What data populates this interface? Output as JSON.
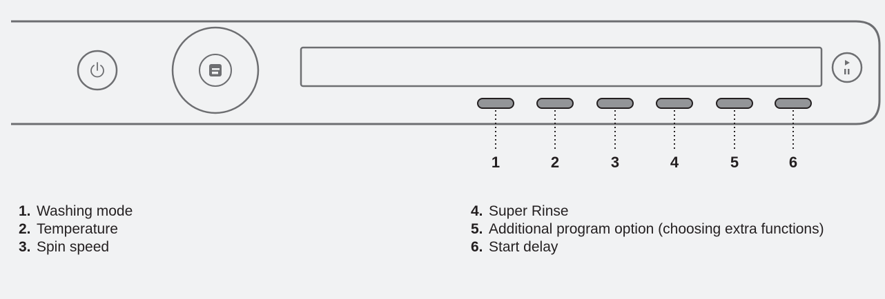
{
  "panel": {
    "power_button": {
      "icon": "power-icon"
    },
    "program_dial": {
      "icon": "brand-a-icon"
    },
    "display": {
      "text": ""
    },
    "start_pause_button": {
      "icon": "play-pause-icon"
    },
    "option_buttons": [
      {
        "number": "1"
      },
      {
        "number": "2"
      },
      {
        "number": "3"
      },
      {
        "number": "4"
      },
      {
        "number": "5"
      },
      {
        "number": "6"
      }
    ]
  },
  "legend": {
    "left": [
      {
        "number": "1.",
        "text": "Washing mode"
      },
      {
        "number": "2.",
        "text": "Temperature"
      },
      {
        "number": "3.",
        "text": "Spin speed"
      }
    ],
    "right": [
      {
        "number": "4.",
        "text": "Super Rinse"
      },
      {
        "number": "5.",
        "text": "Additional program option (choosing extra functions)"
      },
      {
        "number": "6.",
        "text": "Start delay"
      }
    ]
  },
  "colors": {
    "background": "#f1f2f3",
    "panel_stroke": "#6d6e71",
    "button_fill": "#939598",
    "button_stroke": "#231f20",
    "text": "#231f20"
  }
}
